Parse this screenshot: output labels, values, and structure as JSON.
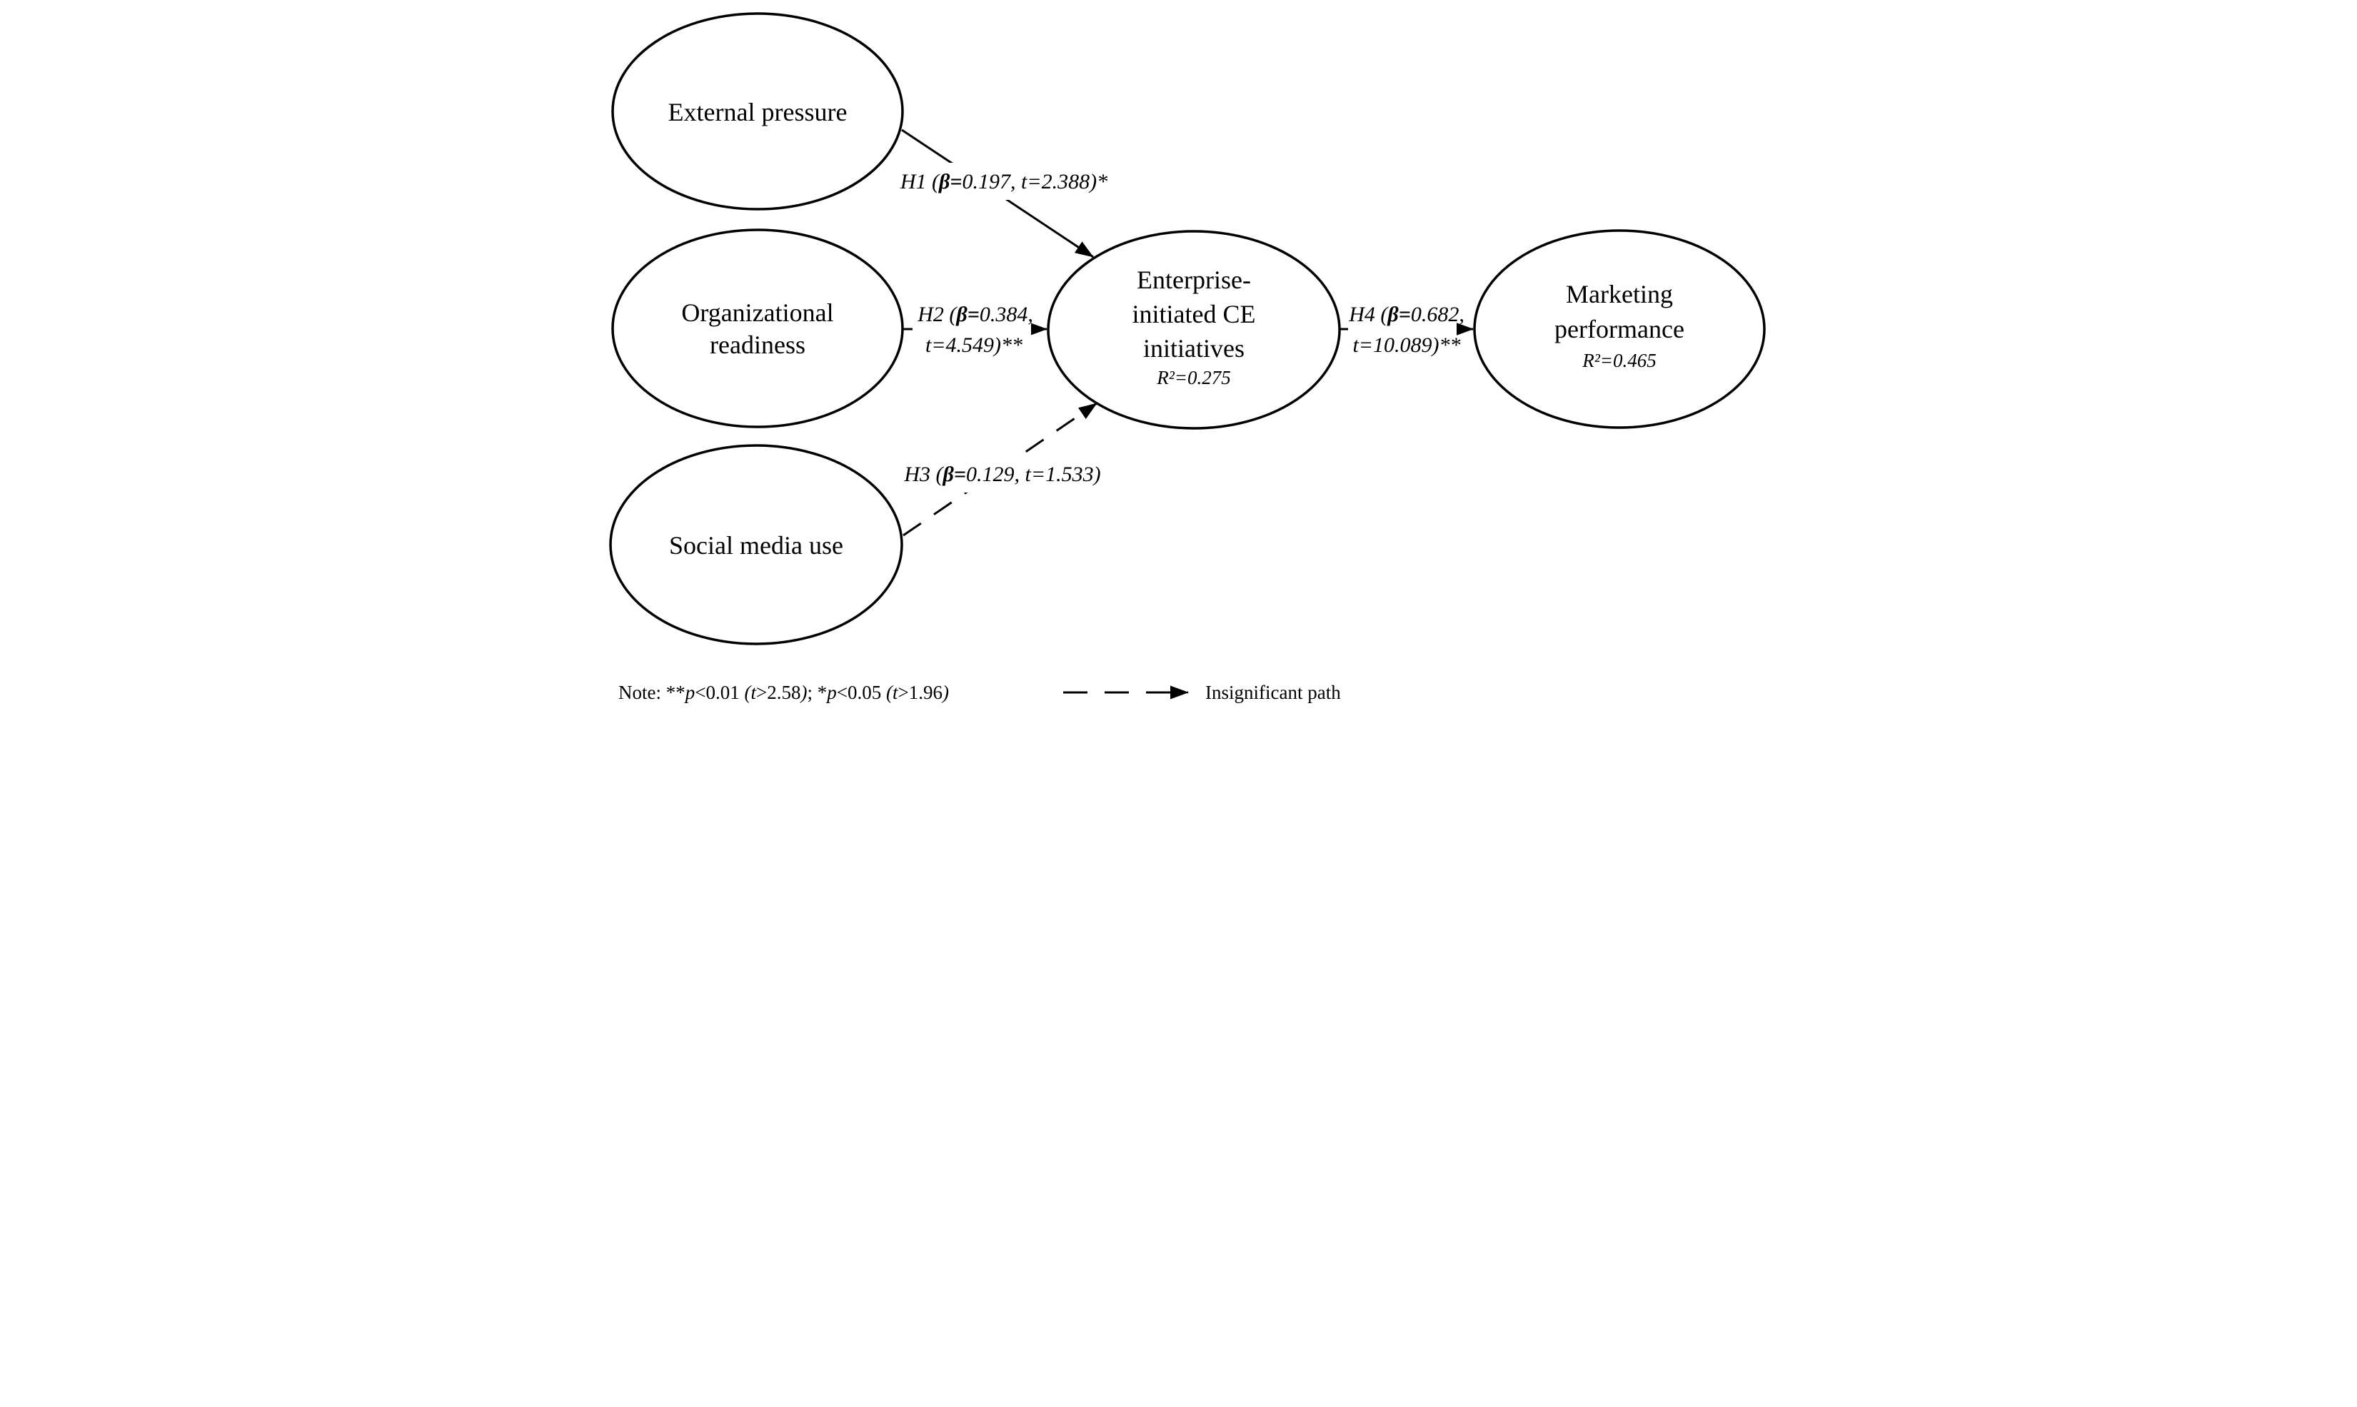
{
  "colors": {
    "background": "#ffffff",
    "ink": "#000000"
  },
  "diagram": {
    "nodes": [
      {
        "id": "external-pressure",
        "lines": [
          "External pressure"
        ]
      },
      {
        "id": "organizational-readiness",
        "lines": [
          "Organizational",
          "readiness"
        ]
      },
      {
        "id": "social-media-use",
        "lines": [
          "Social media use"
        ]
      },
      {
        "id": "enterprise-ce-initiatives",
        "lines": [
          "Enterprise-",
          "initiated CE",
          "initiatives"
        ],
        "r2": "R²=0.275"
      },
      {
        "id": "marketing-performance",
        "lines": [
          "Marketing",
          "performance"
        ],
        "r2": "R²=0.465"
      }
    ],
    "paths": [
      {
        "id": "H1",
        "from": "External pressure",
        "to": "Enterprise-initiated CE initiatives",
        "line": "solid",
        "label": {
          "pre": "H1 (",
          "beta": "β=",
          "rest": "0.197, t=2.388)*"
        }
      },
      {
        "id": "H2",
        "from": "Organizational readiness",
        "to": "Enterprise-initiated CE initiatives",
        "line": "solid",
        "label": {
          "pre": "H2 (",
          "beta": "β=",
          "rest": "0.384,",
          "line2": "t=4.549)**"
        }
      },
      {
        "id": "H3",
        "from": "Social media use",
        "to": "Enterprise-initiated CE initiatives",
        "line": "dashed",
        "label": {
          "pre": "H3 (",
          "beta": "β=",
          "rest": "0.129, t=1.533)"
        }
      },
      {
        "id": "H4",
        "from": "Enterprise-initiated CE initiatives",
        "to": "Marketing performance",
        "line": "solid",
        "label": {
          "pre": "H4 (",
          "beta": "β=",
          "rest": "0.682,",
          "line2": "t=10.089)**"
        }
      }
    ],
    "note": {
      "parts": [
        {
          "t": "Note: **"
        },
        {
          "t": "p"
        },
        {
          "t": "<0.01 "
        },
        {
          "t": "(t"
        },
        {
          "t": ">2.58"
        },
        {
          "t": ")"
        },
        {
          "t": "; *"
        },
        {
          "t": "p"
        },
        {
          "t": "<0.05 "
        },
        {
          "t": "(t"
        },
        {
          "t": ">1.96"
        },
        {
          "t": ")"
        }
      ]
    },
    "legend": {
      "label": "Insignificant path"
    }
  }
}
